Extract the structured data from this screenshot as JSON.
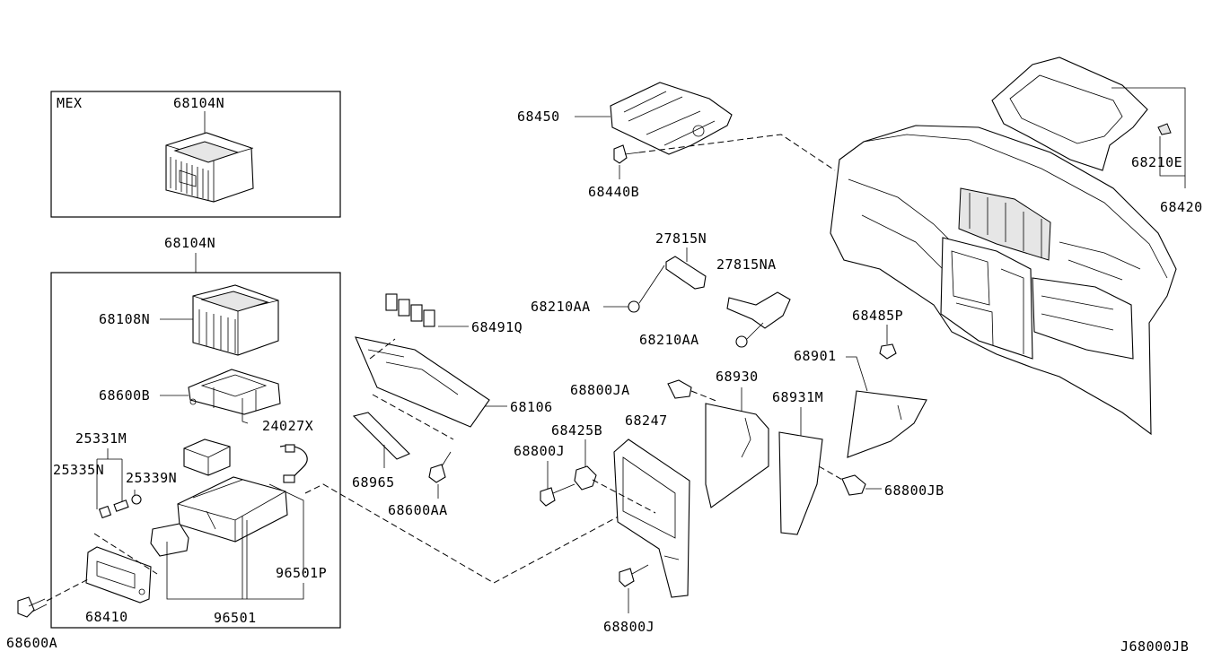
{
  "diagram_code": "J68000JB",
  "inset": {
    "variant_label": "MEX",
    "part": "68104N"
  },
  "labels": {
    "p68104N": "68104N",
    "p68108N": "68108N",
    "p68600B": "68600B",
    "p25331M": "25331M",
    "p25335N": "25335N",
    "p25339N": "25339N",
    "p24027X": "24027X",
    "p68410": "68410",
    "p68600A": "68600A",
    "p96501": "96501",
    "p96501P": "96501P",
    "p68450": "68450",
    "p68440B": "68440B",
    "p68491Q": "68491Q",
    "p68106": "68106",
    "p68965": "68965",
    "p68600AA": "68600AA",
    "p27815N": "27815N",
    "p27815NA": "27815NA",
    "p68210AA_1": "68210AA",
    "p68210AA_2": "68210AA",
    "p68800JA": "68800JA",
    "p68425B": "68425B",
    "p68247": "68247",
    "p68800J_1": "68800J",
    "p68800J_2": "68800J",
    "p68930": "68930",
    "p68931M": "68931M",
    "p68901": "68901",
    "p68485P": "68485P",
    "p68800JB": "68800JB",
    "p68210E": "68210E",
    "p68420": "68420"
  }
}
